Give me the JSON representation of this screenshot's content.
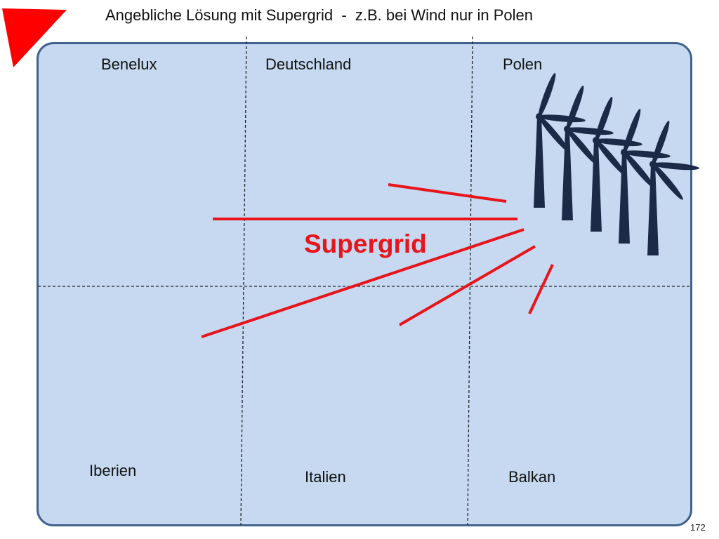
{
  "slide": {
    "title": "Angebliche Lösung mit Supergrid  -  z.B. bei Wind nur in Polen",
    "page_number": "172"
  },
  "regions": {
    "benelux": "Benelux",
    "deutschland": "Deutschland",
    "polen": "Polen",
    "iberien": "Iberien",
    "italien": "Italien",
    "balkan": "Balkan"
  },
  "supergrid_label": "Supergrid",
  "colors": {
    "board_fill": "#c6d9f0",
    "board_border": "#40638f",
    "grid_line_red": "#e8141a",
    "turbine": "#1b2a47",
    "flag": "#ff0000"
  },
  "icons": {
    "turbines": "wind-turbine-icon",
    "corner": "red-triangle-flag"
  }
}
